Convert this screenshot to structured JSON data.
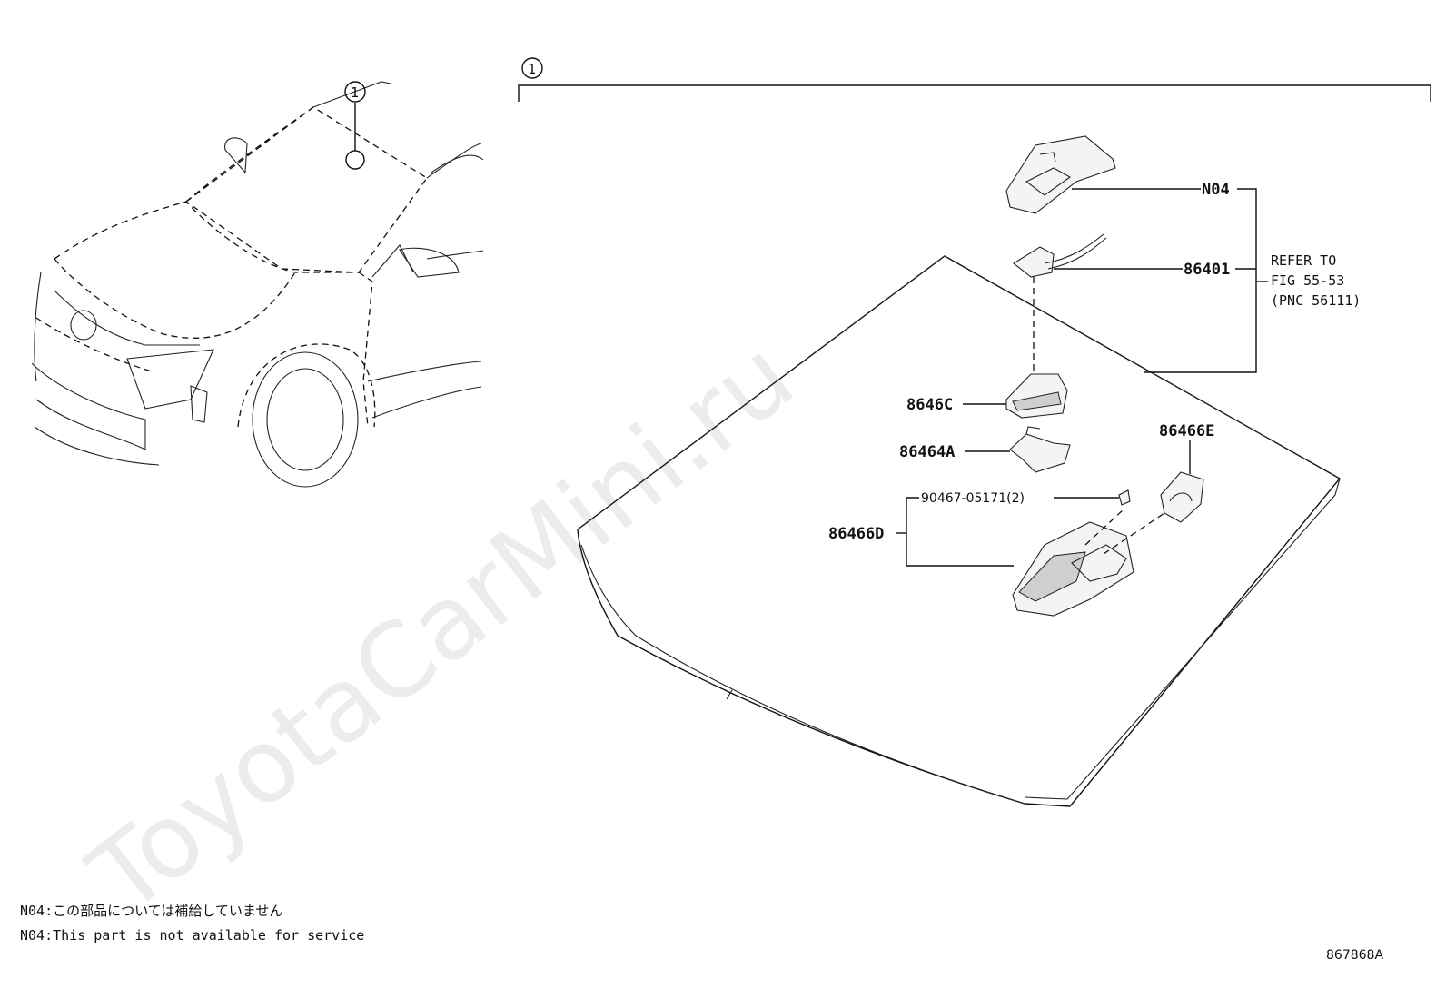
{
  "watermark": "ToyotaCarMini.ru",
  "callout_number": "1",
  "parts": {
    "n04": "N04",
    "p86401": "86401",
    "p8646c": "8646C",
    "p86464a": "86464A",
    "p86466e": "86466E",
    "p90467": "90467-05171(2)",
    "p86466d": "86466D"
  },
  "refer": {
    "line1": "REFER TO",
    "line2": "FIG 55-53",
    "line3": "(PNC 56111)"
  },
  "notes": {
    "jp": "N04:この部品については補給していません",
    "en": "N04:This part is not available for service"
  },
  "diagram_code": "867868A"
}
